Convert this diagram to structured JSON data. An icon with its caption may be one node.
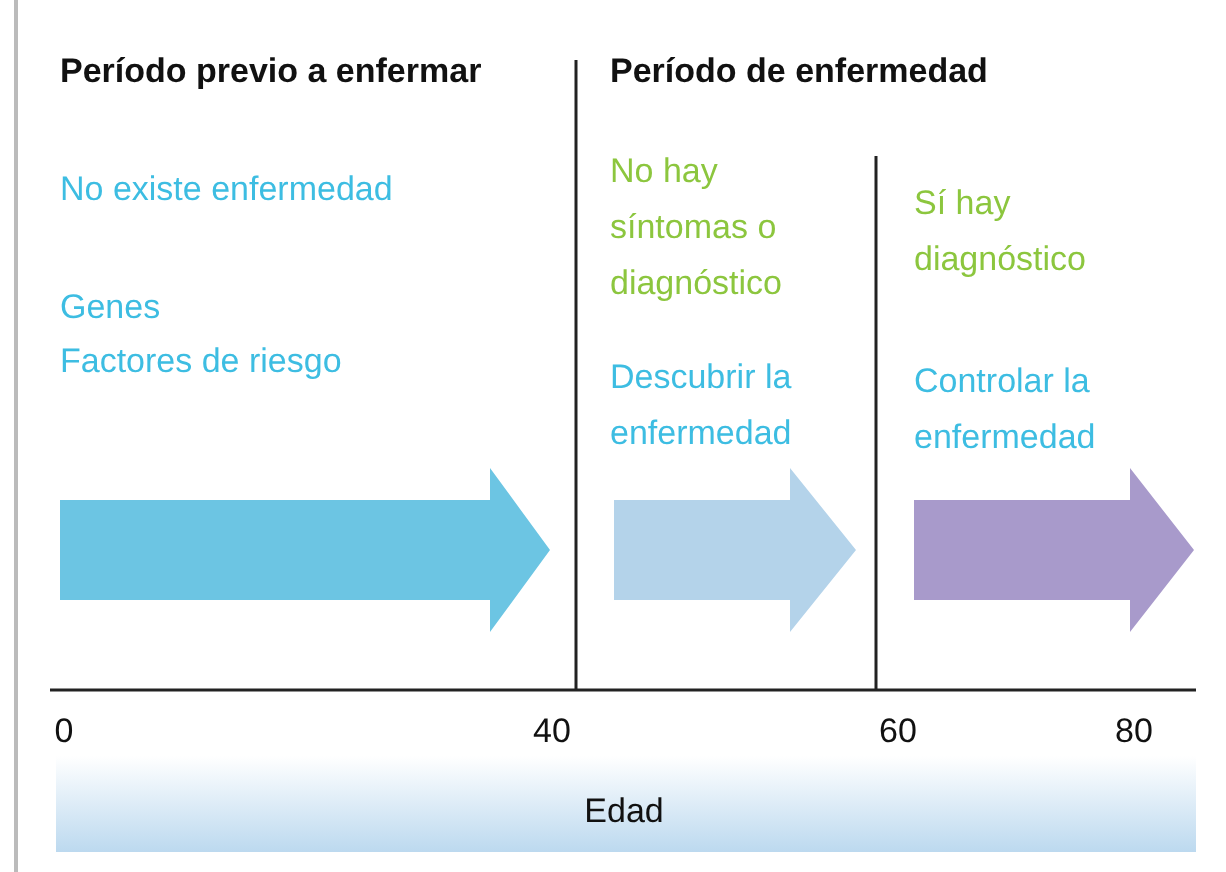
{
  "diagram": {
    "labels": [
      "Período previo a enfermar",
      "Período de enfermedad",
      "No existe enfermedad",
      "No hay síntomas o diagnóstico",
      "Sí hay diagnóstico",
      "Genes",
      "Factores de riesgo",
      "Descubrir la enfermedad",
      "Controlar la enfermedad",
      "0",
      "40",
      "60",
      "80",
      "Edad"
    ]
  }
}
